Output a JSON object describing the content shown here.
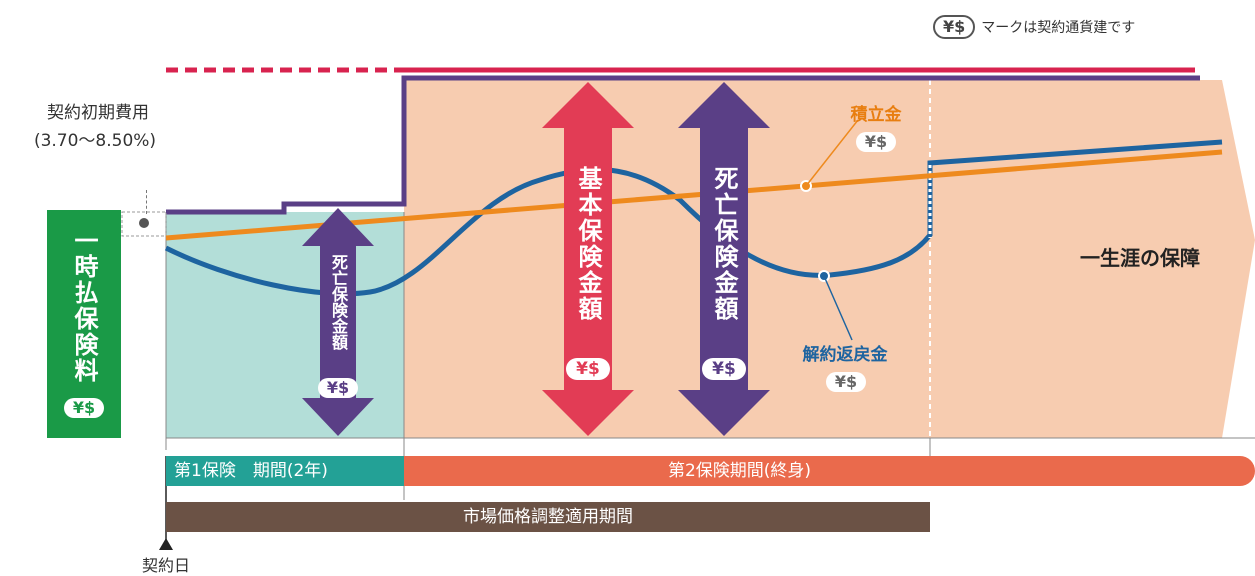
{
  "legend": {
    "symbol": "¥$",
    "text": "マークは契約通貨建です"
  },
  "initial_cost": {
    "label": "契約初期費用",
    "range": "(3.70〜8.50%)"
  },
  "premium": {
    "label": "一時払保険料",
    "symbol": "¥$"
  },
  "death_benefit_small": {
    "label": "死亡保険金額",
    "symbol": "¥$"
  },
  "basic_amount": {
    "label": "基本保険金額",
    "symbol": "¥$"
  },
  "death_benefit_large": {
    "label": "死亡保険金額",
    "symbol": "¥$"
  },
  "accumulation": {
    "label": "積立金",
    "symbol": "¥$"
  },
  "surrender_value": {
    "label": "解約返戻金",
    "symbol": "¥$"
  },
  "lifetime_coverage": "一生涯の保障",
  "periods": {
    "first": "第1保険　期間(2年)",
    "second": "第2保険期間(終身)",
    "mva": "市場価格調整適用期間"
  },
  "contract_date": "契約日",
  "colors": {
    "green": "#1a9a47",
    "teal_bg": "#b3ded8",
    "peach_bg": "#f7ccb0",
    "purple": "#5a3f86",
    "crimson": "#d8234f",
    "red_arrow": "#e23c55",
    "orange": "#ee8a1e",
    "blue": "#1e64a0",
    "teal_bar": "#23a196",
    "orange_bar": "#ea6a4c",
    "brown_bar": "#6b5245"
  }
}
